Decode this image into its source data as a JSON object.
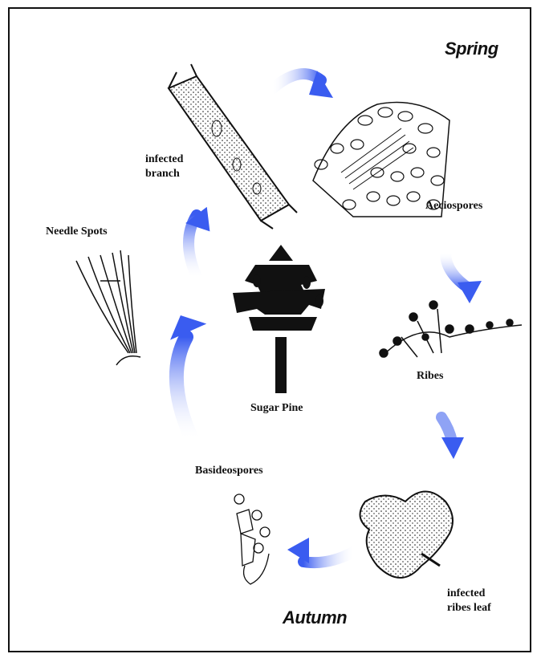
{
  "seasons": {
    "spring": "Spring",
    "autumn": "Autumn"
  },
  "labels": {
    "infected_branch_1": "infected",
    "infected_branch_2": "branch",
    "aeciospores": "Aeciospores",
    "needle_spots": "Needle Spots",
    "ribes": "Ribes",
    "sugar_pine": "Sugar Pine",
    "basideospores": "Basideospores",
    "infected_ribes_leaf_1": "infected",
    "infected_ribes_leaf_2": "ribes leaf"
  },
  "colors": {
    "arrow": "#3a5cf0",
    "ink": "#111111"
  }
}
